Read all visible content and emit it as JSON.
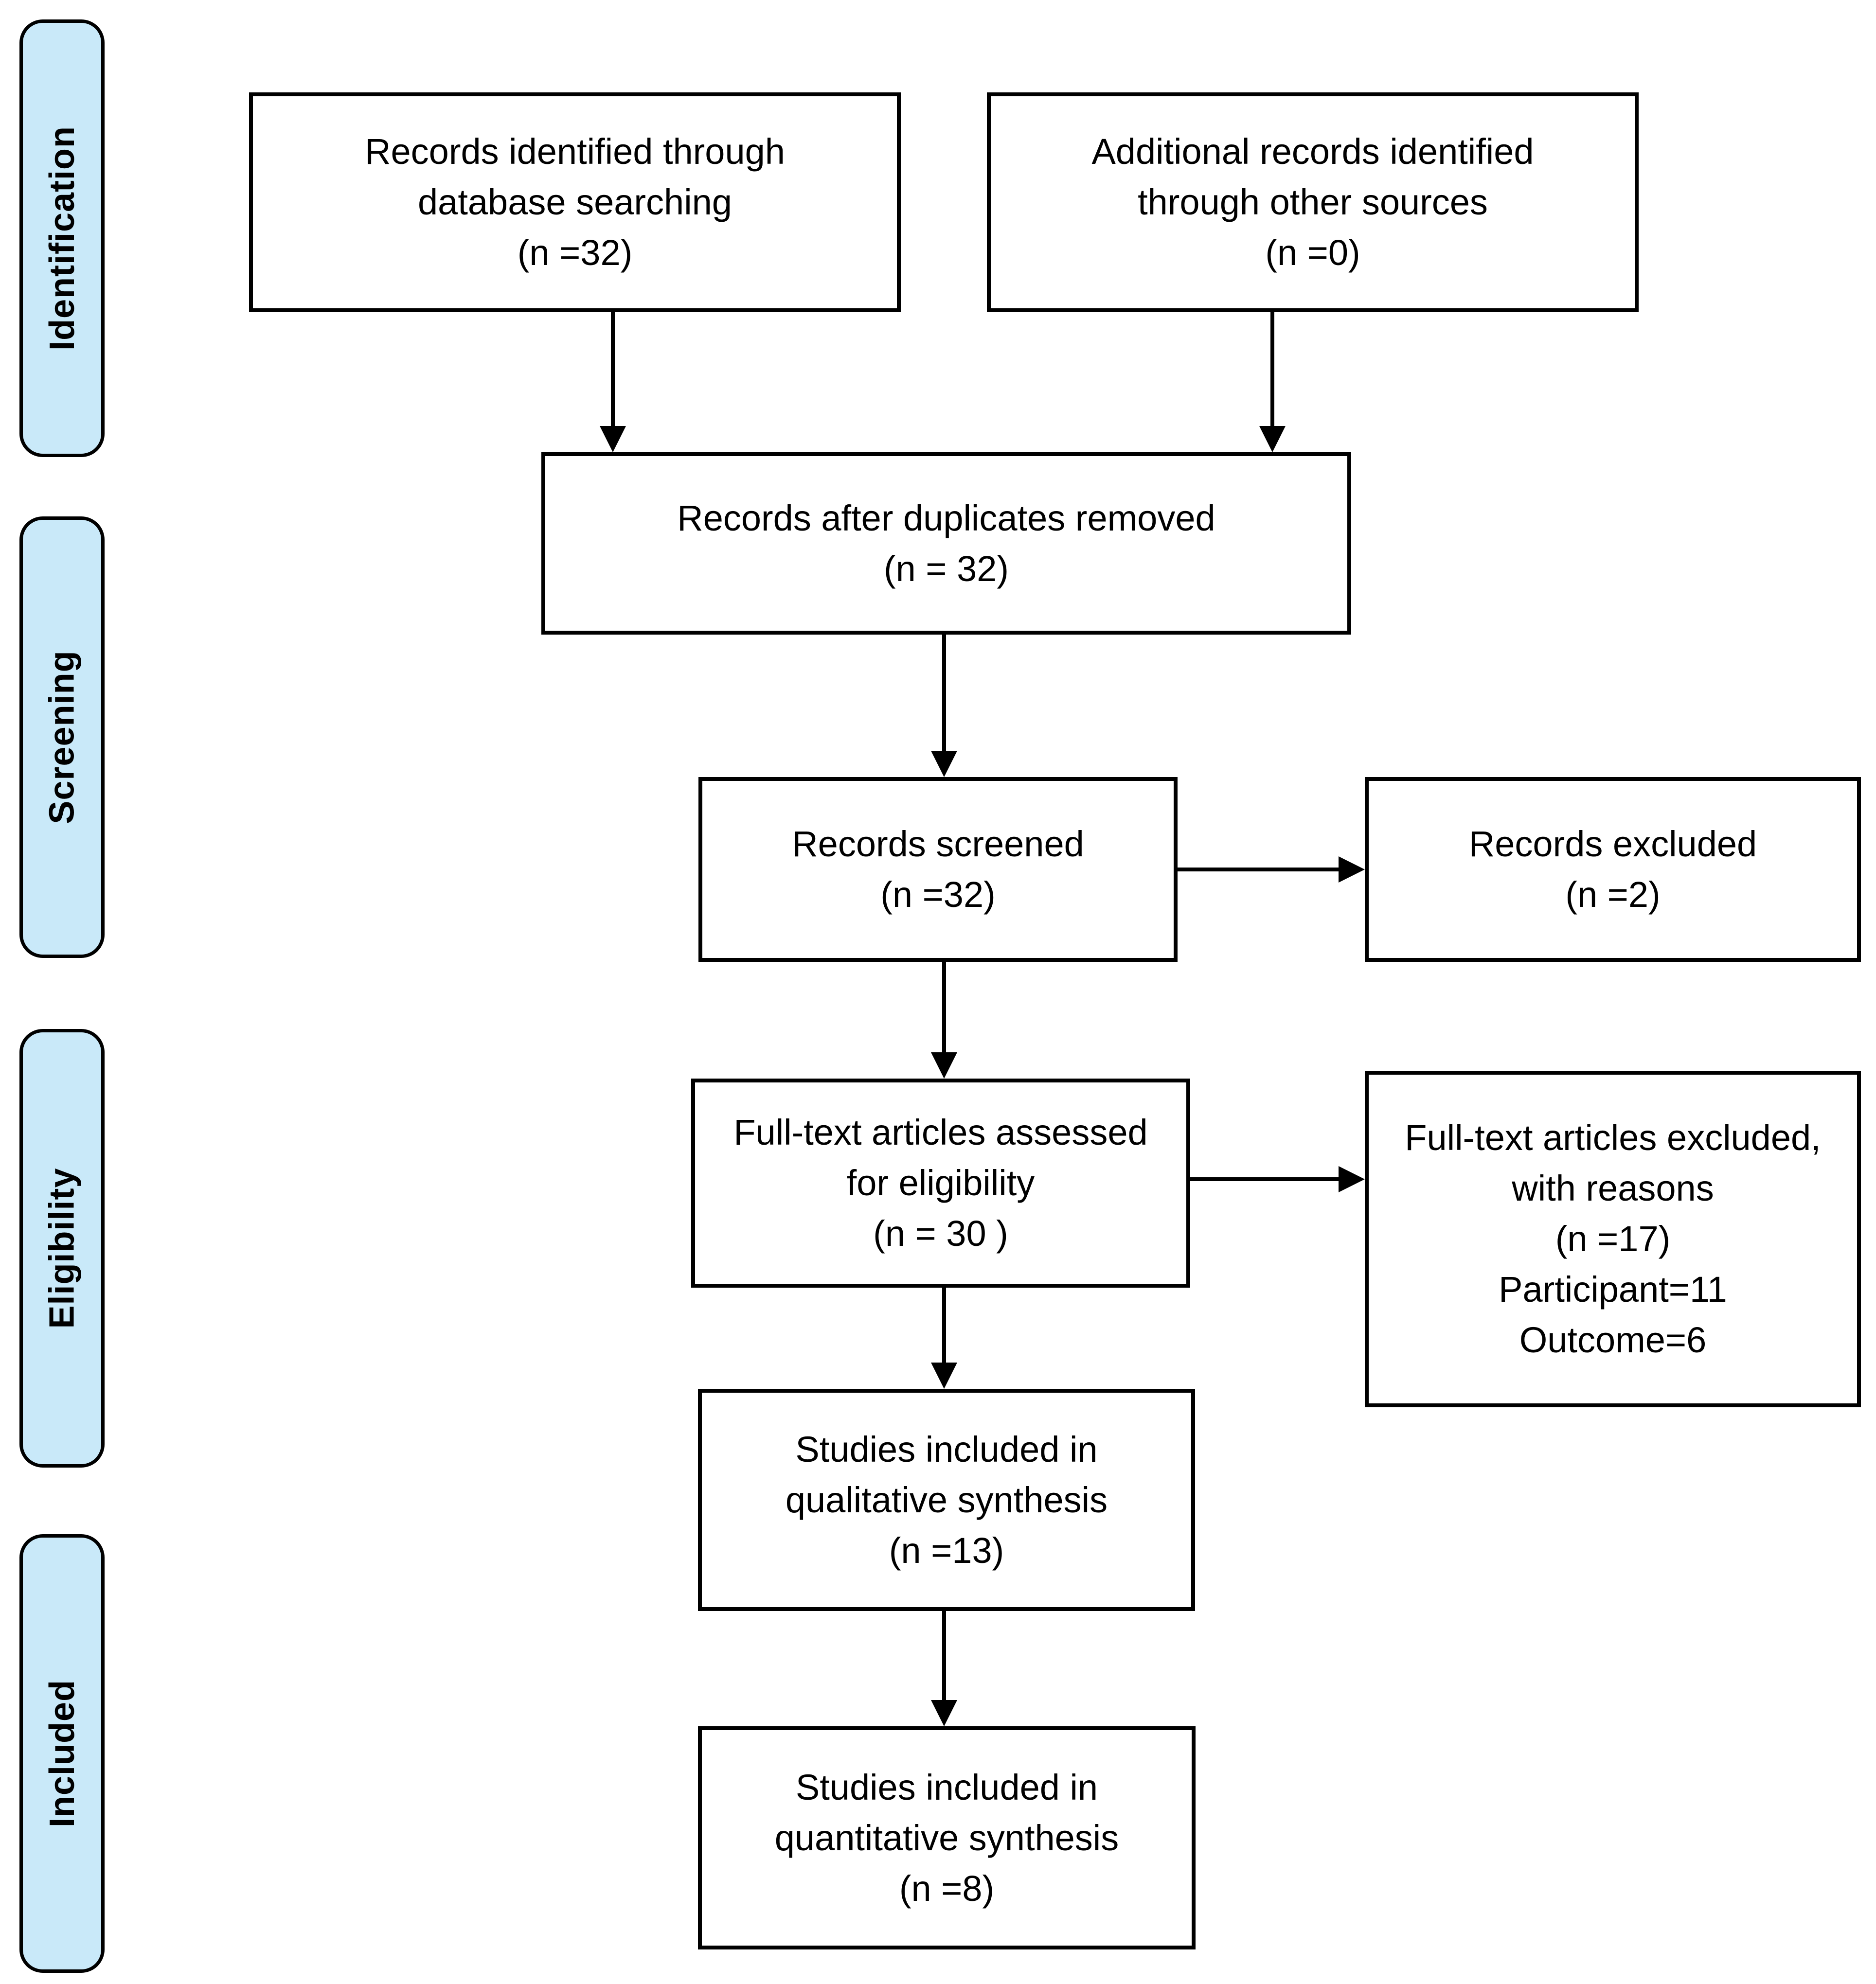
{
  "figure": {
    "type": "prisma-flow-diagram",
    "background_color": "#ffffff",
    "box_fill": "#ffffff",
    "box_border_color": "#000000",
    "phase_pill_fill": "#c9e9f9",
    "phase_pill_border_color": "#000000",
    "connector_color": "#000000"
  },
  "sidebar": {
    "items": [
      {
        "id": "identification",
        "label": "Identification"
      },
      {
        "id": "screening",
        "label": "Screening"
      },
      {
        "id": "eligibility",
        "label": "Eligibility"
      },
      {
        "id": "included",
        "label": "Included"
      }
    ]
  },
  "boxes": {
    "identified": {
      "lines": [
        "Records identified through",
        "database searching",
        "(n =32)"
      ],
      "count": 32
    },
    "additional": {
      "lines": [
        "Additional records identified",
        "through other sources",
        "(n =0)"
      ],
      "count": 0
    },
    "duplicates": {
      "lines": [
        "Records after duplicates removed",
        "(n = 32)"
      ],
      "count": 32
    },
    "screened": {
      "lines": [
        "Records screened",
        "(n =32)"
      ],
      "count": 32
    },
    "excluded": {
      "lines": [
        "Records excluded",
        "(n =2)"
      ],
      "count": 2
    },
    "fulltext": {
      "lines": [
        "Full-text articles assessed",
        "for eligibility",
        "(n = 30 )"
      ],
      "count": 30
    },
    "fulltext_excluded": {
      "lines": [
        "Full-text articles excluded,",
        "with reasons",
        "(n =17)",
        "Participant=11",
        "Outcome=6"
      ],
      "count": 17,
      "reasons": {
        "participant": 11,
        "outcome": 6
      }
    },
    "qualitative": {
      "lines": [
        "Studies included in",
        "qualitative synthesis",
        "(n =13)"
      ],
      "count": 13
    },
    "quantitative": {
      "lines": [
        "Studies included in",
        "quantitative synthesis",
        "(n =8)"
      ],
      "count": 8
    }
  }
}
